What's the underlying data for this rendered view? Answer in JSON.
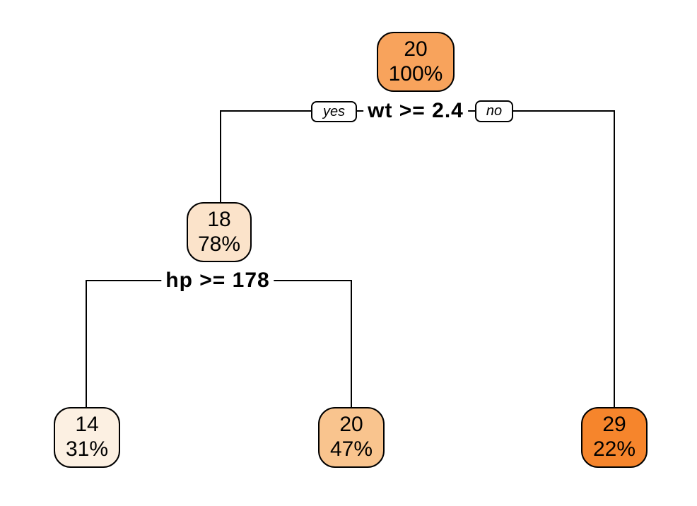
{
  "tree": {
    "root": {
      "value": "20",
      "percent": "100%",
      "fill": "#f8a35c"
    },
    "internal": {
      "value": "18",
      "percent": "78%",
      "fill": "#fbe3ca"
    },
    "leaf_left": {
      "value": "14",
      "percent": "31%",
      "fill": "#fcf0e2"
    },
    "leaf_mid": {
      "value": "20",
      "percent": "47%",
      "fill": "#f9c48e"
    },
    "leaf_right": {
      "value": "29",
      "percent": "22%",
      "fill": "#f6852c"
    },
    "splits": [
      {
        "condition": "wt >= 2.4",
        "yes_label": "yes",
        "no_label": "no"
      },
      {
        "condition": "hp >= 178"
      }
    ]
  },
  "colors": {
    "background": "#ffffff",
    "line": "#000000",
    "border": "#000000",
    "text": "#000000"
  }
}
